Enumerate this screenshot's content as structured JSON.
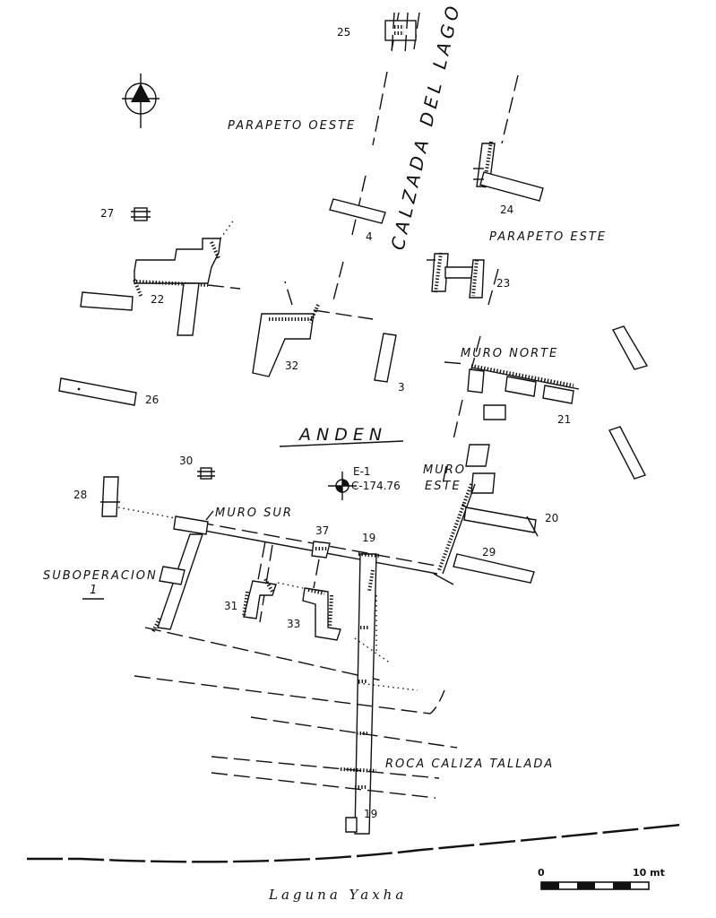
{
  "labels": {
    "road": "CALZADA DEL LAGO",
    "parapeto_oeste": "PARAPETO OESTE",
    "parapeto_este": "PARAPETO ESTE",
    "muro_norte": "MURO NORTE",
    "anden": "ANDEN",
    "muro_este_1": "MURO",
    "muro_este_2": "ESTE",
    "muro_sur": "MURO SUR",
    "suboperacion": "SUBOPERACION",
    "suboperacion_num": "1",
    "roca": "ROCA CALIZA TALLADA",
    "lake": "Laguna Yaxha"
  },
  "datum": {
    "id": "E-1",
    "elevation": "C-174.76"
  },
  "units": {
    "n25": "25",
    "n27": "27",
    "n4": "4",
    "n24": "24",
    "n23": "23",
    "n22": "22",
    "n32": "32",
    "n3": "3",
    "n26": "26",
    "n21": "21",
    "n30": "30",
    "n28": "28",
    "n20": "20",
    "n29": "29",
    "n37": "37",
    "n19": "19",
    "n31": "31",
    "n33": "33",
    "n19b": "19"
  },
  "scale": {
    "start": "0",
    "end": "10 mt"
  }
}
